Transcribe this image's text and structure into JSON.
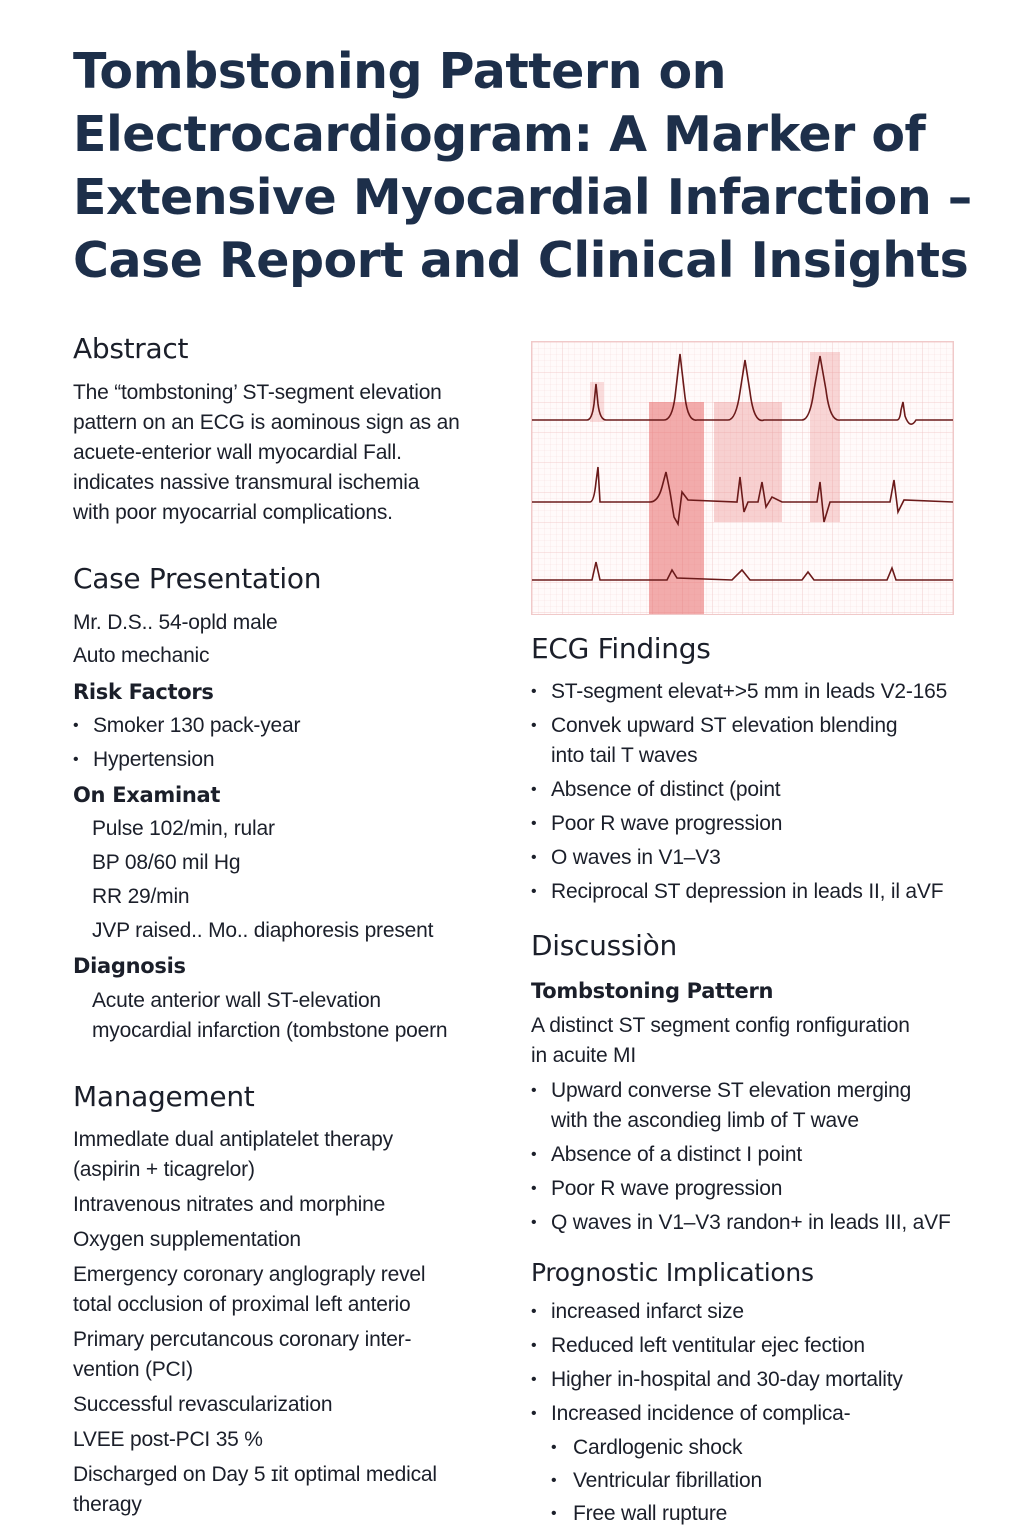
{
  "title": "Tombstoning Pattern on Electrocardiogram: A Marker of Extensive Myocardial Infarction – Case Report and Clinical Insights",
  "abstract": {
    "heading": "Abstract",
    "lines": [
      "The “tombstoning’ ST-segment elevation",
      "pattern on an ECG is aominous sign as an",
      "acuete-enterior wall myocardial Fall.",
      "indicates nassive transmural ischemia",
      "with poor myocarrial complications."
    ]
  },
  "case": {
    "heading": "Case Presentation",
    "patient": [
      "Mr. D.S.. 54-opld male",
      "Auto mechanic"
    ],
    "risk_heading": "Risk Factors",
    "risk_items": [
      "Smoker 130 pack-year",
      "Hypertension"
    ],
    "exam_heading": "On Examinat",
    "exam_items": [
      "Pulse 102/min, rular",
      "BP 08/60 mil Hg",
      "RR 29/min",
      "JVP raised.. Mo.. diaphoresis present"
    ],
    "diagnosis_heading": "Diagnosis",
    "diagnosis_lines": [
      "Acute anterior wall ST-elevation",
      "myocardial infarction (tombstone poern"
    ]
  },
  "management": {
    "heading": "Management",
    "items": [
      "Immedlate dual antiplatelet therapy",
      "(aspirin + ticagrelor)",
      "Intravenous nitrates and morphine",
      "Oxygen supplementation",
      "Emergency coronary anglograply revel",
      "total occlusion of proximal left anterio",
      "Primary percutancous coronary inter-",
      "vention (PCI)",
      "Successful revascularization",
      "LVEE post-PCI 35 %",
      "Discharged on Day 5 ɪit optimal medical",
      "theragy"
    ]
  },
  "ecg_findings": {
    "heading": "ECG Findings",
    "items": [
      "ST-segment elevat+>5 mm in leads V2-165",
      "Convek upward ST elevation blending\ninto tail T waves",
      "Absence of distinct (point",
      "Poor R wave progression",
      "O waves in V1–V3",
      "Reciprocal ST depression in leads II, il aVF"
    ]
  },
  "discussion": {
    "heading": "Discussiòn",
    "sub_heading": "Tombstoning Pattern",
    "intro": [
      "A distinct ST segment config ronfiguration",
      "in acuite MI"
    ],
    "items": [
      "Upward converse ST elevation merging\nwith the ascondieg limb of T wave",
      "Absence of a distinct I point",
      "Poor R wave progression",
      "Q waves in V1–V3 randon+ in leads III, aVF"
    ]
  },
  "prognostic": {
    "heading": "Prognostic Implications",
    "items": [
      "increased infarct size",
      "Reduced left ventitular ejec fection",
      "Higher in-hospital and 30-day mortality",
      "Increased incidence of complica-"
    ],
    "sub_items": [
      "Cardlogenic shock",
      "Ventricular fibrillation",
      "Free wall rupture"
    ]
  },
  "colors": {
    "title": "#1d2f4a",
    "ecg_grid": "#f3c9c9",
    "ecg_trace": "#6b1a1a",
    "ecg_highlight": "#e86a6a"
  }
}
